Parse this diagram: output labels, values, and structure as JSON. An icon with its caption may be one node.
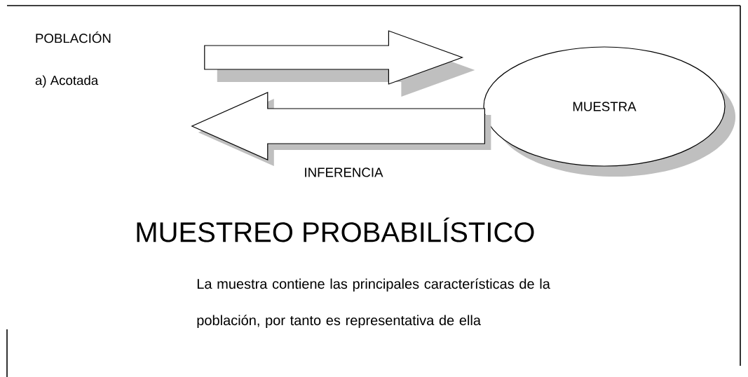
{
  "diagram": {
    "title": "MUESTREO PROBABILÍSTICO",
    "nodes": [
      {
        "text": [
          "POBLACIÓN",
          "a) Acotada"
        ]
      },
      {
        "text": [
          "MUESTRA"
        ]
      }
    ],
    "edges": [
      {
        "from": 0,
        "to": 1,
        "arrow": "to"
      },
      {
        "from": 1,
        "to": 0,
        "arrow": "to",
        "label": "INFERENCIA"
      }
    ],
    "labels": [
      "La muestra contiene las principales características de la población, por tanto es representativa de ella"
    ]
  }
}
